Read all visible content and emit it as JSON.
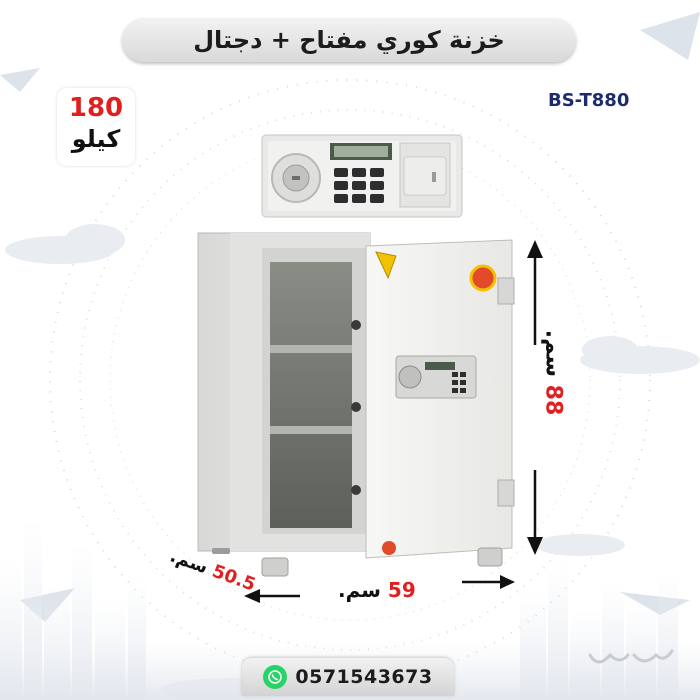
{
  "title": "خزنة كوري مفتاح + دجتال",
  "model": "BS-T880",
  "weight": {
    "value": "180",
    "unit": "كيلو"
  },
  "dimensions": {
    "height": {
      "value": "88",
      "unit": "سم."
    },
    "width": {
      "value": "59",
      "unit": "سم."
    },
    "depth": {
      "value": "50.5",
      "unit": "سم."
    }
  },
  "contact": {
    "phone": "0571543673"
  },
  "colors": {
    "accent_red": "#e02020",
    "model_blue": "#1c2b6b",
    "whatsapp": "#25d366"
  },
  "icons": [
    "whatsapp-icon",
    "arrow-icon"
  ]
}
